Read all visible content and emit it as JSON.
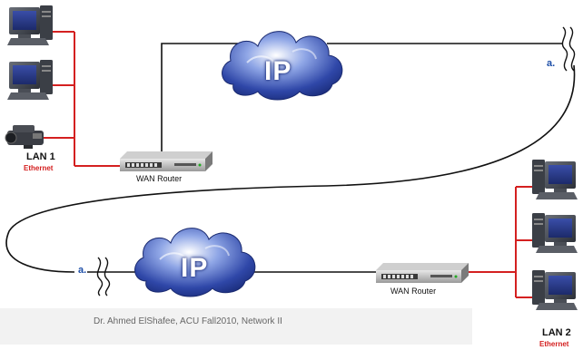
{
  "lan1": {
    "title": "LAN 1",
    "subtitle": "Ethernet"
  },
  "lan2": {
    "title": "LAN 2",
    "subtitle": "Ethernet"
  },
  "router_top": {
    "label": "WAN Router"
  },
  "router_bottom": {
    "label": "WAN Router"
  },
  "cloud_top": {
    "label": "IP"
  },
  "cloud_bottom": {
    "label": "IP"
  },
  "link_marks": {
    "top_right": "a.",
    "bottom_left": "a."
  },
  "footer": {
    "text": "Dr. Ahmed ElShafee, ACU Fall2010, Network II"
  },
  "colors": {
    "lan_link": "#d42020",
    "wan_link": "#111111",
    "cloud": "#3c56b4",
    "accent_text": "#1e4fa8"
  }
}
